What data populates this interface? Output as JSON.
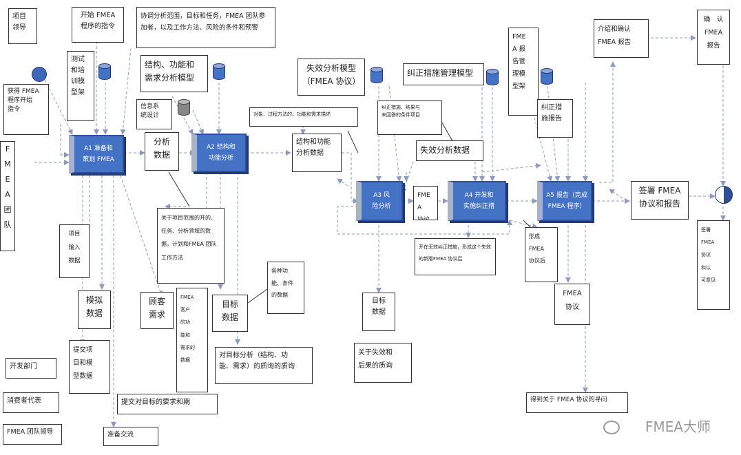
{
  "processes": {
    "a1": "A1 准备和\n策划 FMEA",
    "a2": "A2 结构和\n功能分析",
    "a3": "A3 风\n险分析",
    "a4": "A4 开发和\n实施纠正措",
    "a5": "A5 报告（完成\nFMEA 程序）"
  },
  "boxes": {
    "project_lead": "项目\n领导",
    "start_fmea_cmd": "开始 FMEA\n程序的指令",
    "coordinate_scope": "协调分析范围，目标和任务，FMEA 团队参加者，以及工作方法、风险的条件和预警",
    "test_training": "测试\n和培\n训模\n型架",
    "get_fmea_cmd": "获得 FMEA\n程序开始\n指令",
    "fmea_team": "F\nM\nE\nA\n团\n队",
    "structure_function_model": "结构、功能和\n需求分析模型",
    "info_design": "信息系\n统设计",
    "analysis_data": "分析\n数据",
    "object_process": "对象、过程方法的、功能和需求描述",
    "structure_function_data": "结构和功能\n分析数据",
    "failure_effect_model": "失效分析模型\n（FMEA 协议）",
    "corrective_model": "纠正措施管理模型",
    "fmea_report_model": "FME\nA 报\n告管\n理模\n型架",
    "intro_confirm_report": "介绍和确认\nFMEA 报告",
    "confirm_fmea_report": "确　认\nFMEA\n报告",
    "corrective_list": "纠正措施、结果与\n未回答的条件项目",
    "failure_analysis_data": "失效分析数据",
    "corrective_report": "纠正措\n施报告",
    "fmea_protocol_a3": "FMEA\n协议",
    "sign_fmea": "签署 FMEA\n协议和报告",
    "fmea_items_right": "签署\nFMEA\n协议\n和认\n可意见",
    "about_project_scope": "关于项目范围的开的、任务、分析领域的数据，计划和FMEA 团队工作方法",
    "corrective_new_protocol": "开在无效纠正措施，形成这个失效的新版FMEA 协议后",
    "form_fmea_protocol": "形成\nFMEA\n协议后",
    "project_input_data": "项目\n输入\n数据",
    "model_data": "模拟\n数据",
    "customer_req": "顾客\n需求",
    "fmea_customer_list": "FMEA\n客户\n的功\n能和\n需求的\n数据",
    "target_data": "目标\n数据",
    "goal_data": "目标\n数据",
    "target_function_req_data": "各种功\n能、条件\n的数据",
    "fmea_protocol_mid": "FMEA\n协议",
    "submit_items": "提交项\n目和模\n型数据",
    "dev_dept": "开发部门",
    "consumer_rep": "消费者代表",
    "fmea_team_lead": "FMEA 团队领导",
    "submit_target_req": "提交对目标的要求和期",
    "prep_exchange": "准备交流",
    "target_analysis_quality": "对目标分析（结构、功\n能、需求）的质询的质询",
    "failure_effect_query": "关于失效和\n后果的质询",
    "fmea_protocol_query": "得到关于 FMEA 协议的寻问"
  },
  "watermark": "FMEA大师"
}
